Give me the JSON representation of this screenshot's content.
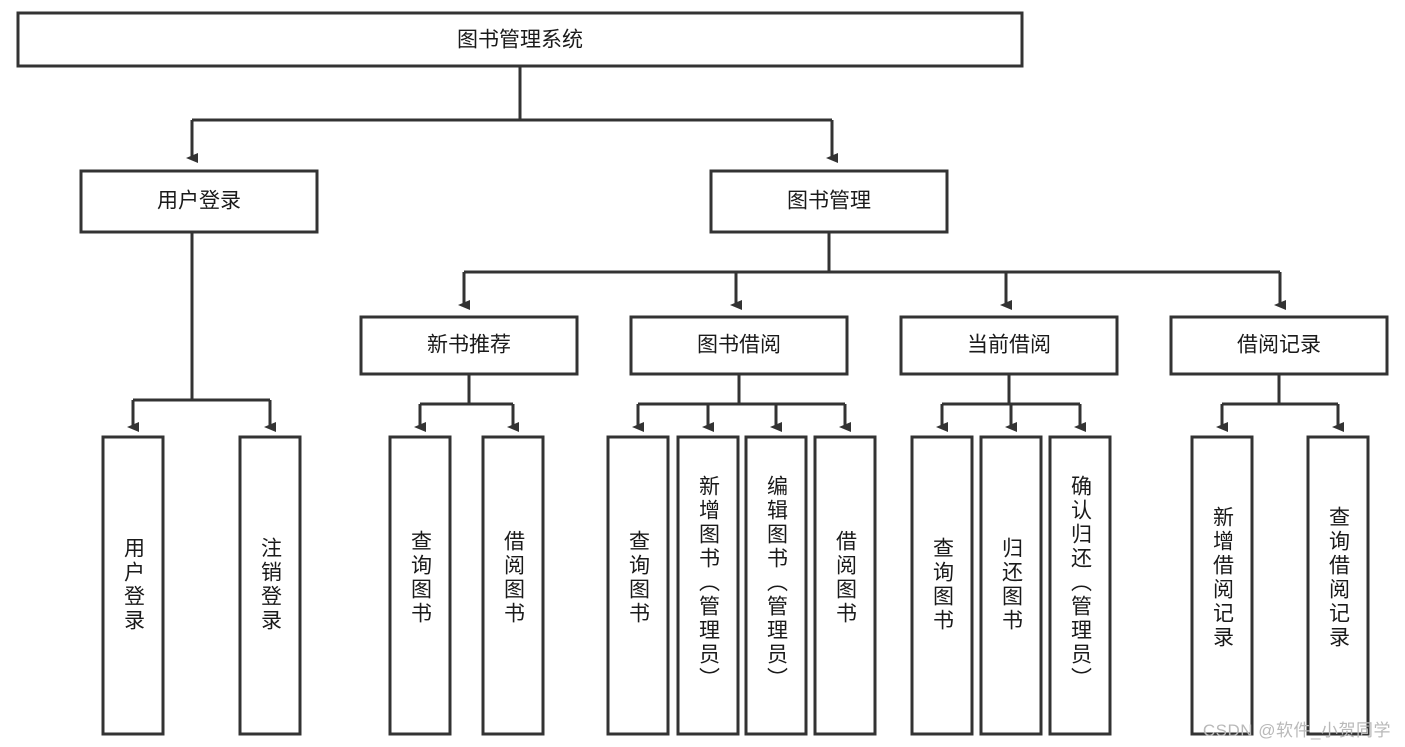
{
  "diagram": {
    "title": "图书管理系统",
    "root": {
      "id": "root",
      "label": "图书管理系统"
    },
    "level1": [
      {
        "id": "user-login",
        "label": "用户登录"
      },
      {
        "id": "book-manage",
        "label": "图书管理"
      }
    ],
    "level2": [
      {
        "id": "new-book-recommend",
        "label": "新书推荐"
      },
      {
        "id": "book-borrow",
        "label": "图书借阅"
      },
      {
        "id": "current-borrow",
        "label": "当前借阅"
      },
      {
        "id": "borrow-record",
        "label": "借阅记录"
      }
    ],
    "leaves": {
      "user_login": [
        {
          "id": "leaf-user-login",
          "label": "用户登录"
        },
        {
          "id": "leaf-logout-login",
          "label": "注销登录"
        }
      ],
      "new_book_recommend": [
        {
          "id": "leaf-query-book-1",
          "label": "查询图书"
        },
        {
          "id": "leaf-borrow-book-1",
          "label": "借阅图书"
        }
      ],
      "book_borrow": [
        {
          "id": "leaf-query-book-2",
          "label": "查询图书"
        },
        {
          "id": "leaf-add-book",
          "label": "新增图书（管理员）"
        },
        {
          "id": "leaf-edit-book",
          "label": "编辑图书（管理员）"
        },
        {
          "id": "leaf-borrow-book-2",
          "label": "借阅图书"
        }
      ],
      "current_borrow": [
        {
          "id": "leaf-query-book-3",
          "label": "查询图书"
        },
        {
          "id": "leaf-return-book",
          "label": "归还图书"
        },
        {
          "id": "leaf-confirm-return",
          "label": "确认归还（管理员）"
        }
      ],
      "borrow_record": [
        {
          "id": "leaf-add-record",
          "label": "新增借阅记录"
        },
        {
          "id": "leaf-query-record",
          "label": "查询借阅记录"
        }
      ]
    }
  },
  "watermark": {
    "text": "CSDN @软件_小贺同学"
  },
  "colors": {
    "stroke": "#333333",
    "box_fill": "#ffffff",
    "text": "#1a1a1a",
    "watermark": "#b9b9b9",
    "background": "#ffffff"
  }
}
